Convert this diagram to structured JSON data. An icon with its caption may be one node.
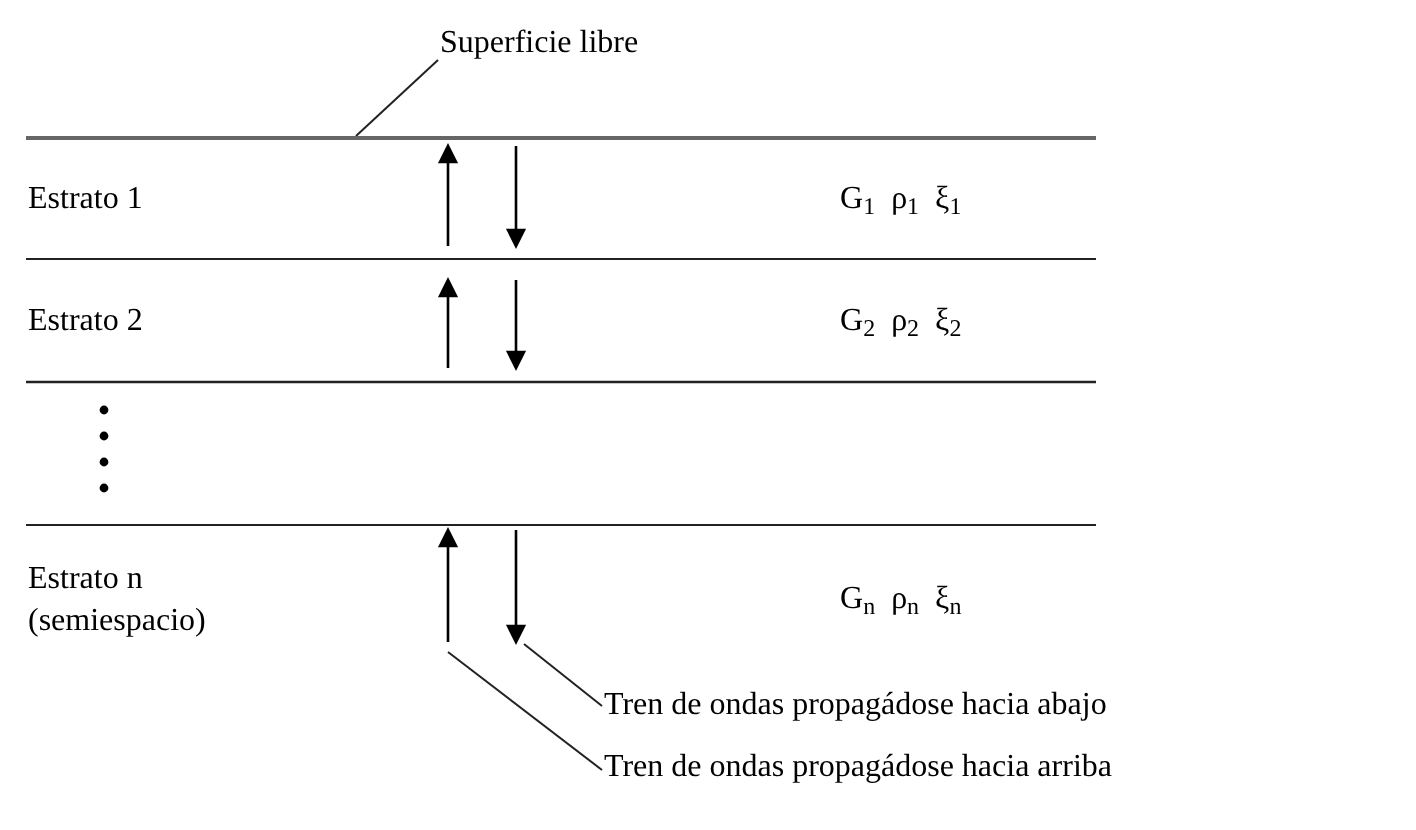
{
  "diagram": {
    "nodes": [
      {
        "text": [
          "Superficie libre"
        ]
      },
      {
        "text": [
          "Estrato 1",
          "G$_{1}$  ρ$_{1}$  ξ$_{1}$"
        ]
      },
      {
        "text": [
          "Estrato 2",
          "G$_{2}$  ρ$_{2}$  ξ$_{2}$"
        ]
      },
      {
        "text": [
          "Estrato n (semiespacio)",
          "G$_{n}$  ρ$_{n}$  ξ$_{n}$"
        ]
      },
      {
        "text": [
          "Tren de ondas propagádose hacia abajo"
        ]
      },
      {
        "text": [
          "Tren de ondas propagádose hacia arriba"
        ]
      }
    ],
    "edges": [
      {
        "from": 0,
        "to": 1,
        "arrow": "none"
      },
      {
        "from": 4,
        "to": 3,
        "arrow": "none"
      },
      {
        "from": 5,
        "to": 3,
        "arrow": "none"
      }
    ]
  }
}
